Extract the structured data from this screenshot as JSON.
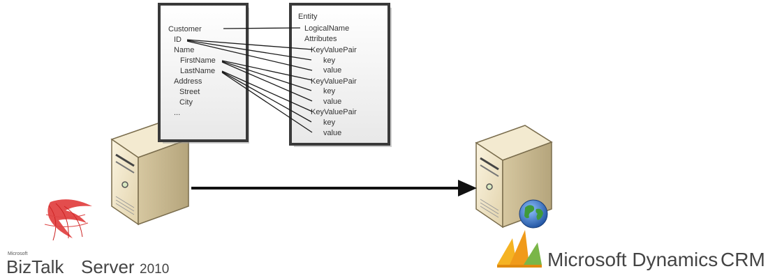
{
  "left_schema": {
    "items": [
      "Customer",
      "ID",
      "Name",
      "FirstName",
      "LastName",
      "Address",
      "Street",
      "City",
      "..."
    ]
  },
  "right_schema": {
    "items": [
      "Entity",
      "LogicalName",
      "Attributes",
      "KeyValuePair",
      "key",
      "value",
      "KeyValuePair",
      "key",
      "value",
      "KeyValuePair",
      "key",
      "value"
    ]
  },
  "source_product": {
    "brand": "Microsoft",
    "name": "BizTalk",
    "name2": "Server",
    "version": "2010"
  },
  "target_product": {
    "name": "Microsoft Dynamics",
    "suffix": "CRM"
  },
  "colors": {
    "server_body": "#eee2c4",
    "server_side": "#cfc09a",
    "biztalk_red": "#e03a3a",
    "dynamics_orange": "#f09a1a",
    "dynamics_green": "#7ab648",
    "globe_blue": "#2a6fc9"
  },
  "icons": [
    "server-icon",
    "sql-server-icon",
    "globe-icon",
    "dynamics-logo-icon"
  ]
}
